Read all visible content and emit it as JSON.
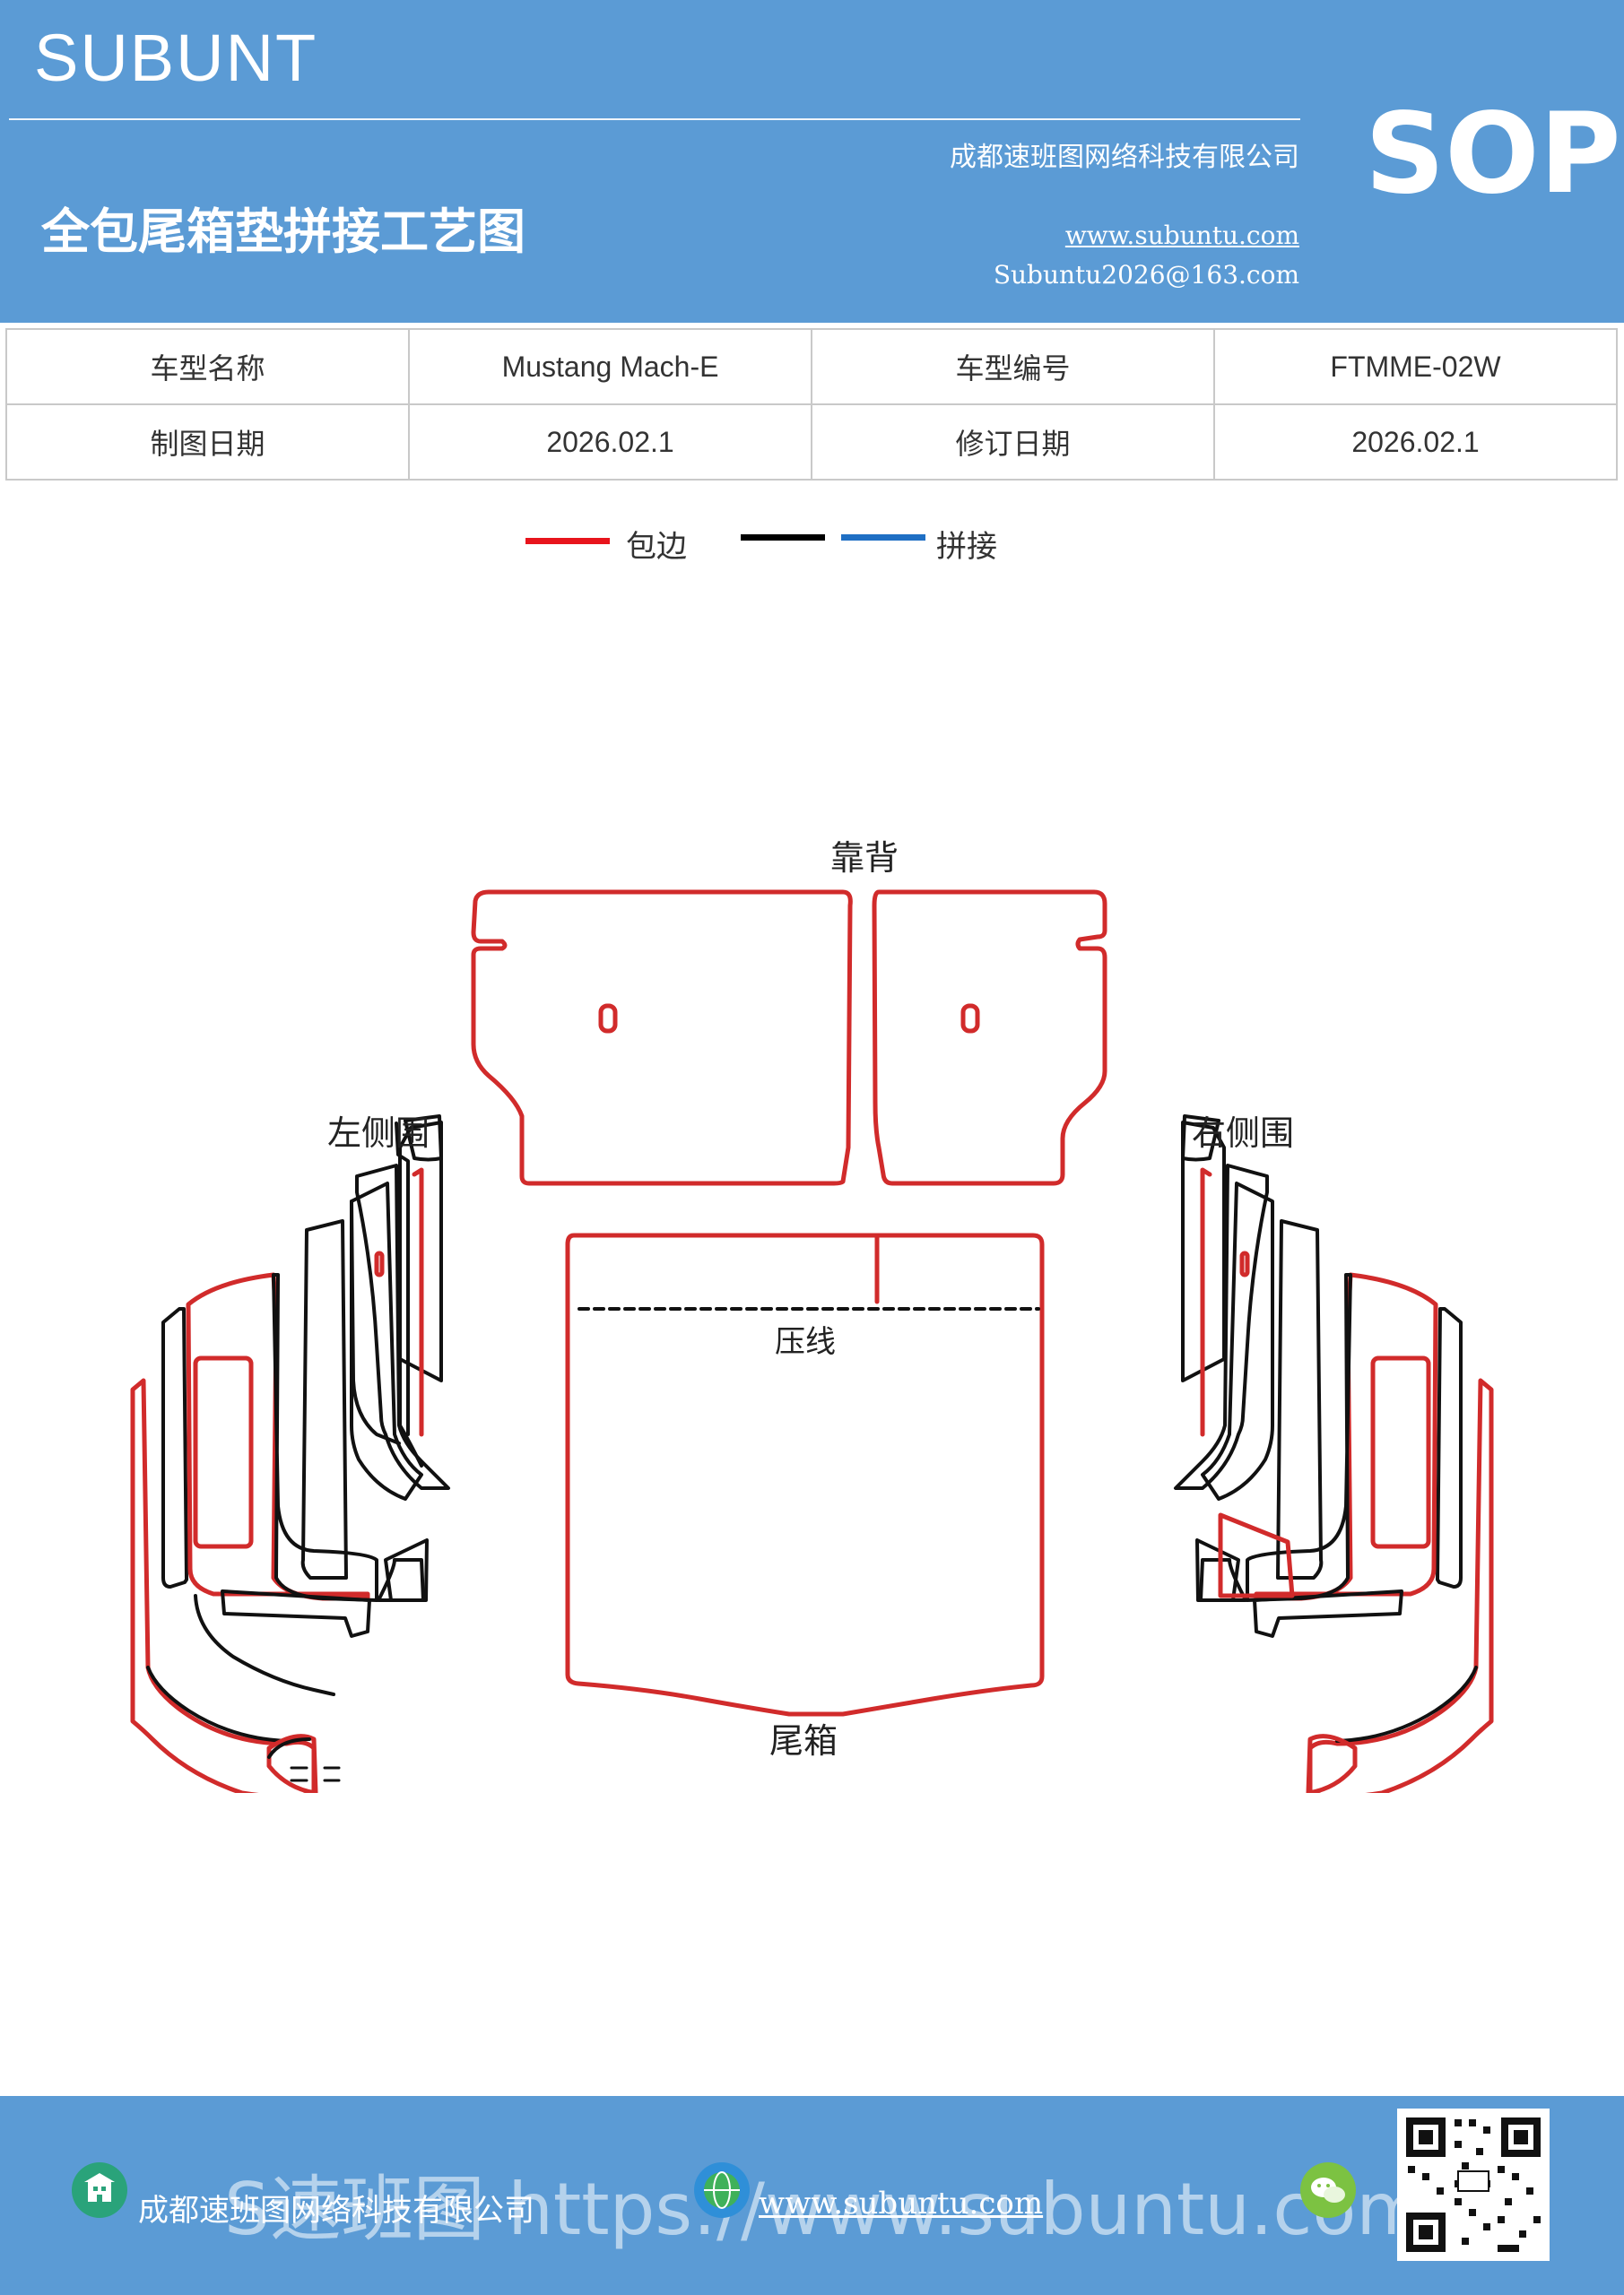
{
  "header": {
    "brand": "SUBUNT",
    "badge": "SOP",
    "company": "成都速班图网络科技有限公司",
    "title": "全包尾箱垫拼接工艺图",
    "website": "www.subuntu.com",
    "email": "Subuntu2026@163.com",
    "bg_color": "#5b9bd5"
  },
  "info_table": {
    "rows": [
      [
        "车型名称",
        "Mustang  Mach-E",
        "车型编号",
        "FTMME-02W"
      ],
      [
        "制图日期",
        "2026.02.1",
        "修订日期",
        "2026.02.1"
      ]
    ]
  },
  "legend": {
    "items": [
      {
        "label": "包边",
        "color": "#e8141c"
      },
      {
        "label": "",
        "color": "#000000"
      },
      {
        "label": "拼接",
        "color": "#1f6fc4"
      }
    ]
  },
  "diagram": {
    "labels": {
      "backrest": "靠背",
      "left_side": "左侧围",
      "right_side": "右侧围",
      "crease": "压线",
      "trunk": "尾箱"
    },
    "edge_color": "#d12b2b",
    "seam_color": "#111111"
  },
  "footer": {
    "company": "成都速班图网络科技有限公司",
    "website": "www.subuntu.com",
    "watermark": "S速班图 https://www.subuntu.com",
    "icons": [
      "building-icon",
      "globe-icon",
      "wechat-icon"
    ],
    "qr": "qr-code"
  }
}
